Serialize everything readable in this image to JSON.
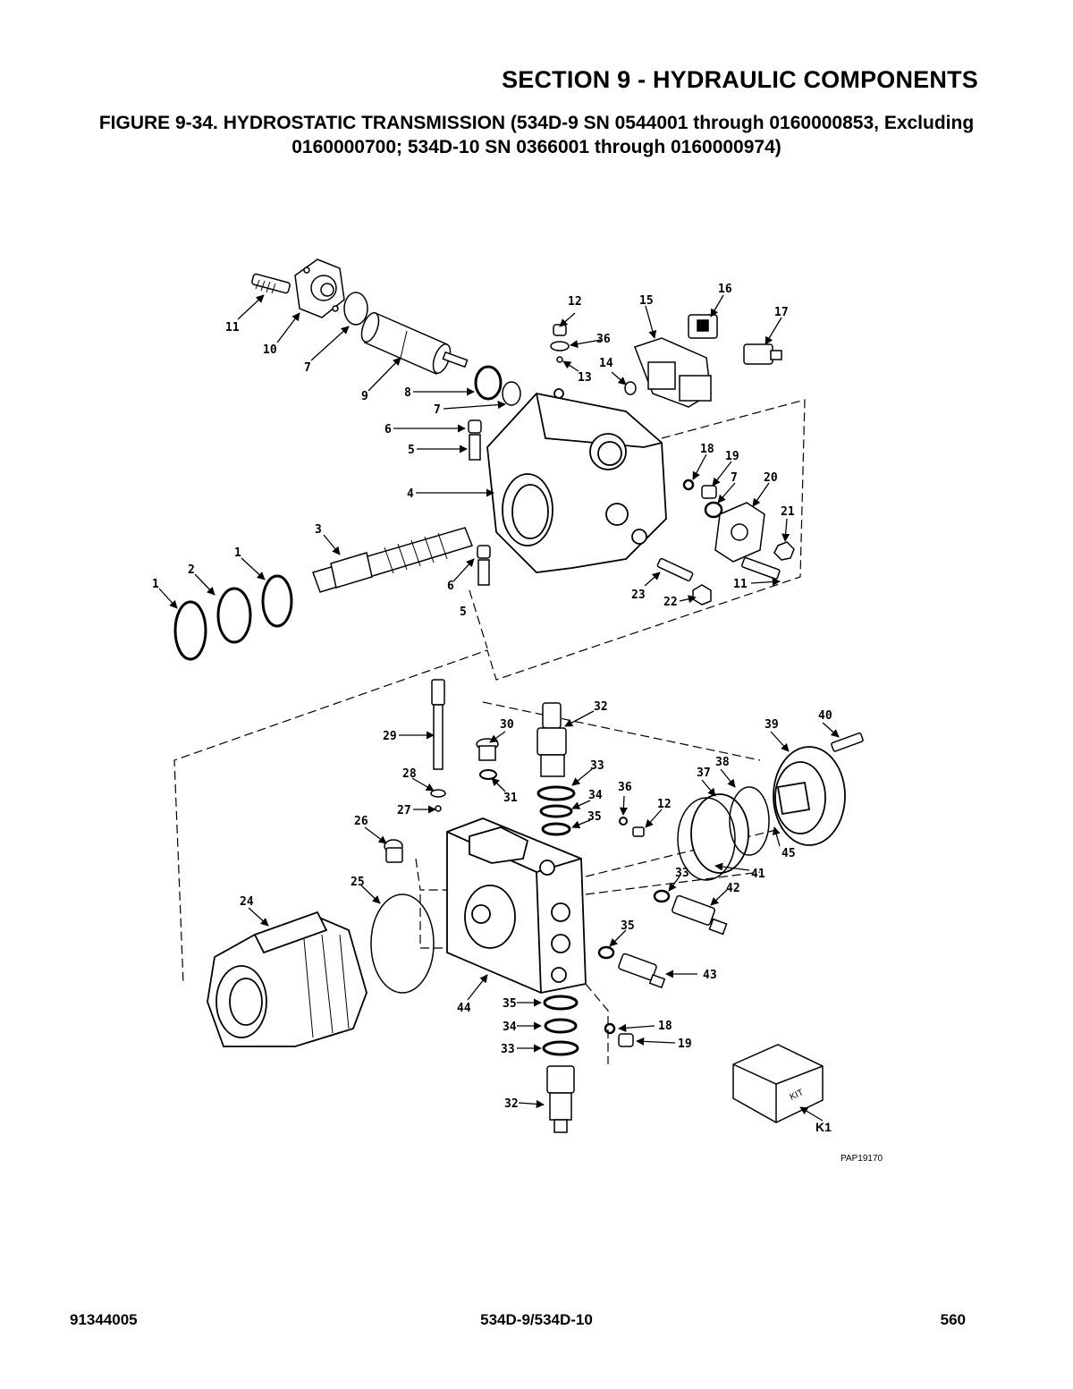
{
  "header": {
    "section": "SECTION 9 - HYDRAULIC COMPONENTS",
    "figure_line1": "FIGURE 9-34. HYDROSTATIC TRANSMISSION (534D-9 SN 0544001 through 0160000853, Excluding",
    "figure_line2": "0160000700; 534D-10 SN 0366001 through 0160000974)"
  },
  "diagram": {
    "figure_id": "PAP19170",
    "kit_text": "KIT",
    "kit_label": "K1",
    "callouts": [
      {
        "id": "c11a",
        "text": "11"
      },
      {
        "id": "c10",
        "text": "10"
      },
      {
        "id": "c7a",
        "text": "7"
      },
      {
        "id": "c9",
        "text": "9"
      },
      {
        "id": "c8",
        "text": "8"
      },
      {
        "id": "c7b",
        "text": "7"
      },
      {
        "id": "c6a",
        "text": "6"
      },
      {
        "id": "c5a",
        "text": "5"
      },
      {
        "id": "c4",
        "text": "4"
      },
      {
        "id": "c3",
        "text": "3"
      },
      {
        "id": "c1a",
        "text": "1"
      },
      {
        "id": "c2",
        "text": "2"
      },
      {
        "id": "c1b",
        "text": "1"
      },
      {
        "id": "c6b",
        "text": "6"
      },
      {
        "id": "c5b",
        "text": "5"
      },
      {
        "id": "c12a",
        "text": "12"
      },
      {
        "id": "c36a",
        "text": "36"
      },
      {
        "id": "c13",
        "text": "13"
      },
      {
        "id": "c14",
        "text": "14"
      },
      {
        "id": "c15",
        "text": "15"
      },
      {
        "id": "c16",
        "text": "16"
      },
      {
        "id": "c17",
        "text": "17"
      },
      {
        "id": "c18a",
        "text": "18"
      },
      {
        "id": "c19a",
        "text": "19"
      },
      {
        "id": "c7c",
        "text": "7"
      },
      {
        "id": "c20",
        "text": "20"
      },
      {
        "id": "c21",
        "text": "21"
      },
      {
        "id": "c23",
        "text": "23"
      },
      {
        "id": "c22",
        "text": "22"
      },
      {
        "id": "c11b",
        "text": "11"
      },
      {
        "id": "c29",
        "text": "29"
      },
      {
        "id": "c30",
        "text": "30"
      },
      {
        "id": "c32a",
        "text": "32"
      },
      {
        "id": "c28",
        "text": "28"
      },
      {
        "id": "c31",
        "text": "31"
      },
      {
        "id": "c33a",
        "text": "33"
      },
      {
        "id": "c27",
        "text": "27"
      },
      {
        "id": "c34a",
        "text": "34"
      },
      {
        "id": "c35a",
        "text": "35"
      },
      {
        "id": "c36b",
        "text": "36"
      },
      {
        "id": "c12b",
        "text": "12"
      },
      {
        "id": "c26",
        "text": "26"
      },
      {
        "id": "c39",
        "text": "39"
      },
      {
        "id": "c40",
        "text": "40"
      },
      {
        "id": "c37",
        "text": "37"
      },
      {
        "id": "c38",
        "text": "38"
      },
      {
        "id": "c45",
        "text": "45"
      },
      {
        "id": "c41",
        "text": "41"
      },
      {
        "id": "c25",
        "text": "25"
      },
      {
        "id": "c24",
        "text": "24"
      },
      {
        "id": "c33b",
        "text": "33"
      },
      {
        "id": "c42",
        "text": "42"
      },
      {
        "id": "c35b",
        "text": "35"
      },
      {
        "id": "c43",
        "text": "43"
      },
      {
        "id": "c44",
        "text": "44"
      },
      {
        "id": "c35c",
        "text": "35"
      },
      {
        "id": "c34b",
        "text": "34"
      },
      {
        "id": "c33c",
        "text": "33"
      },
      {
        "id": "c18b",
        "text": "18"
      },
      {
        "id": "c19b",
        "text": "19"
      },
      {
        "id": "c32b",
        "text": "32"
      }
    ]
  },
  "footer": {
    "doc_number": "91344005",
    "model": "534D-9/534D-10",
    "page": "560"
  }
}
